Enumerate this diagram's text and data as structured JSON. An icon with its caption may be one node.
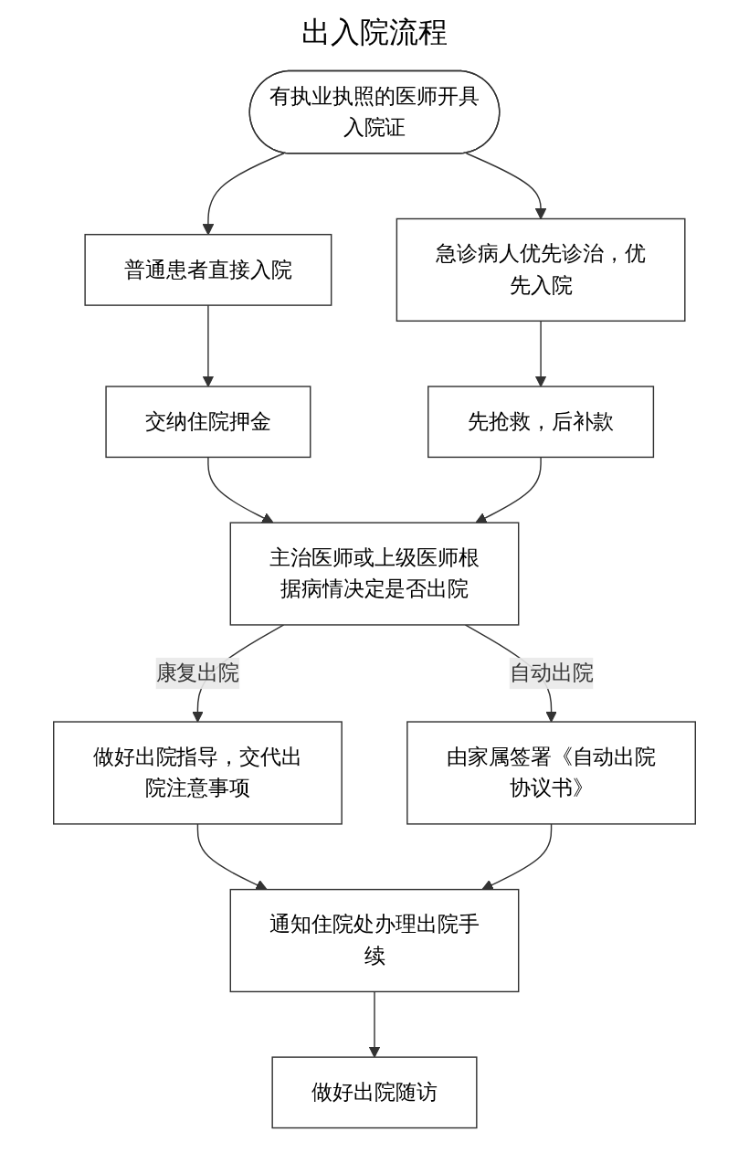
{
  "diagram": {
    "title": "出入院流程",
    "nodes": [
      {
        "text": [
          "有执业执照的医师开具入院证"
        ]
      },
      {
        "text": [
          "普通患者直接入院"
        ]
      },
      {
        "text": [
          "急诊病人优先诊治，优先入院"
        ]
      },
      {
        "text": [
          "交纳住院押金"
        ]
      },
      {
        "text": [
          "先抢救，后补款"
        ]
      },
      {
        "text": [
          "主治医师或上级医师根据病情决定是否出院"
        ]
      },
      {
        "text": [
          "做好出院指导，交代出院注意事项"
        ]
      },
      {
        "text": [
          "由家属签署《自动出院协议书》"
        ]
      },
      {
        "text": [
          "通知住院处办理出院手续"
        ]
      },
      {
        "text": [
          "做好出院随访"
        ]
      }
    ],
    "edges": [
      {
        "from": 0,
        "to": 1,
        "arrow": "to"
      },
      {
        "from": 0,
        "to": 2,
        "arrow": "to"
      },
      {
        "from": 1,
        "to": 3,
        "arrow": "to"
      },
      {
        "from": 2,
        "to": 4,
        "arrow": "to"
      },
      {
        "from": 3,
        "to": 5,
        "arrow": "to"
      },
      {
        "from": 4,
        "to": 5,
        "arrow": "to"
      },
      {
        "from": 5,
        "to": 6,
        "arrow": "to",
        "label": "康复出院"
      },
      {
        "from": 5,
        "to": 7,
        "arrow": "to",
        "label": "自动出院"
      },
      {
        "from": 6,
        "to": 8,
        "arrow": "to"
      },
      {
        "from": 7,
        "to": 8,
        "arrow": "to"
      },
      {
        "from": 8,
        "to": 9,
        "arrow": "to"
      }
    ]
  }
}
